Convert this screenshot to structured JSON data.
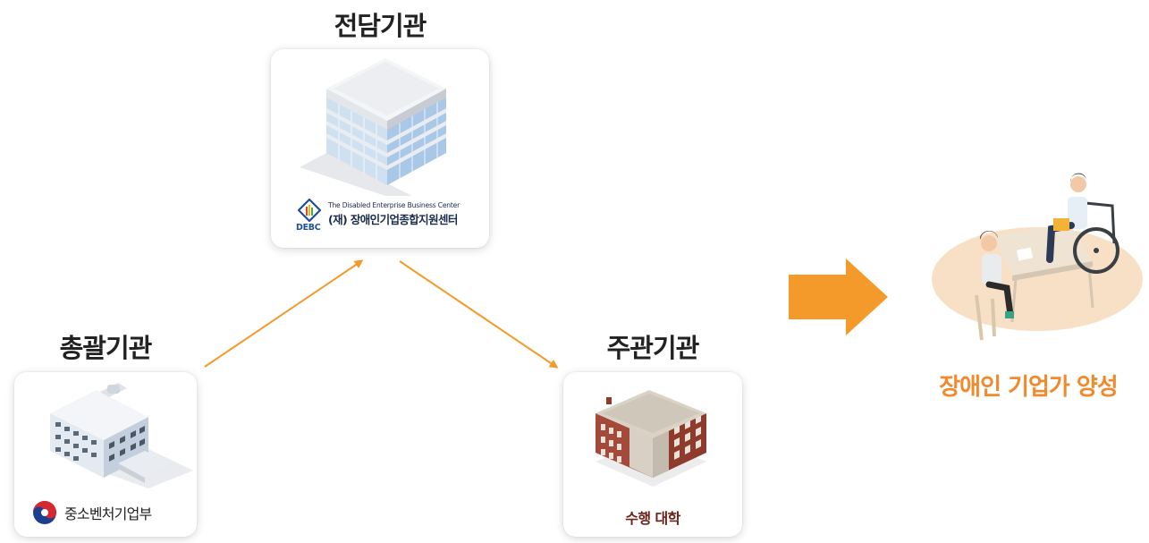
{
  "nodes": {
    "dedicated": {
      "heading": "전담기관",
      "org_name_en": "The Disabled Enterprise Business Center",
      "org_name_ko": "(재) 장애인기업종합지원센터",
      "org_abbr": "DEBC"
    },
    "supervising": {
      "heading": "총괄기관",
      "org_name": "중소벤처기업부"
    },
    "host": {
      "heading": "주관기관",
      "org_name": "수행 대학"
    }
  },
  "result": {
    "label": "장애인 기업가 양성"
  },
  "colors": {
    "accent": "#f39a2a",
    "result_text": "#f08a2c",
    "heading_text": "#222222",
    "university_text": "#6a2317",
    "debc_blue": "#1d4f96"
  },
  "icons": [
    "office-building-icon",
    "ministry-building-icon",
    "university-building-icon",
    "taegeuk-emblem-icon",
    "debc-logo-icon",
    "big-arrow-right-icon",
    "wheelchair-meeting-illustration"
  ]
}
